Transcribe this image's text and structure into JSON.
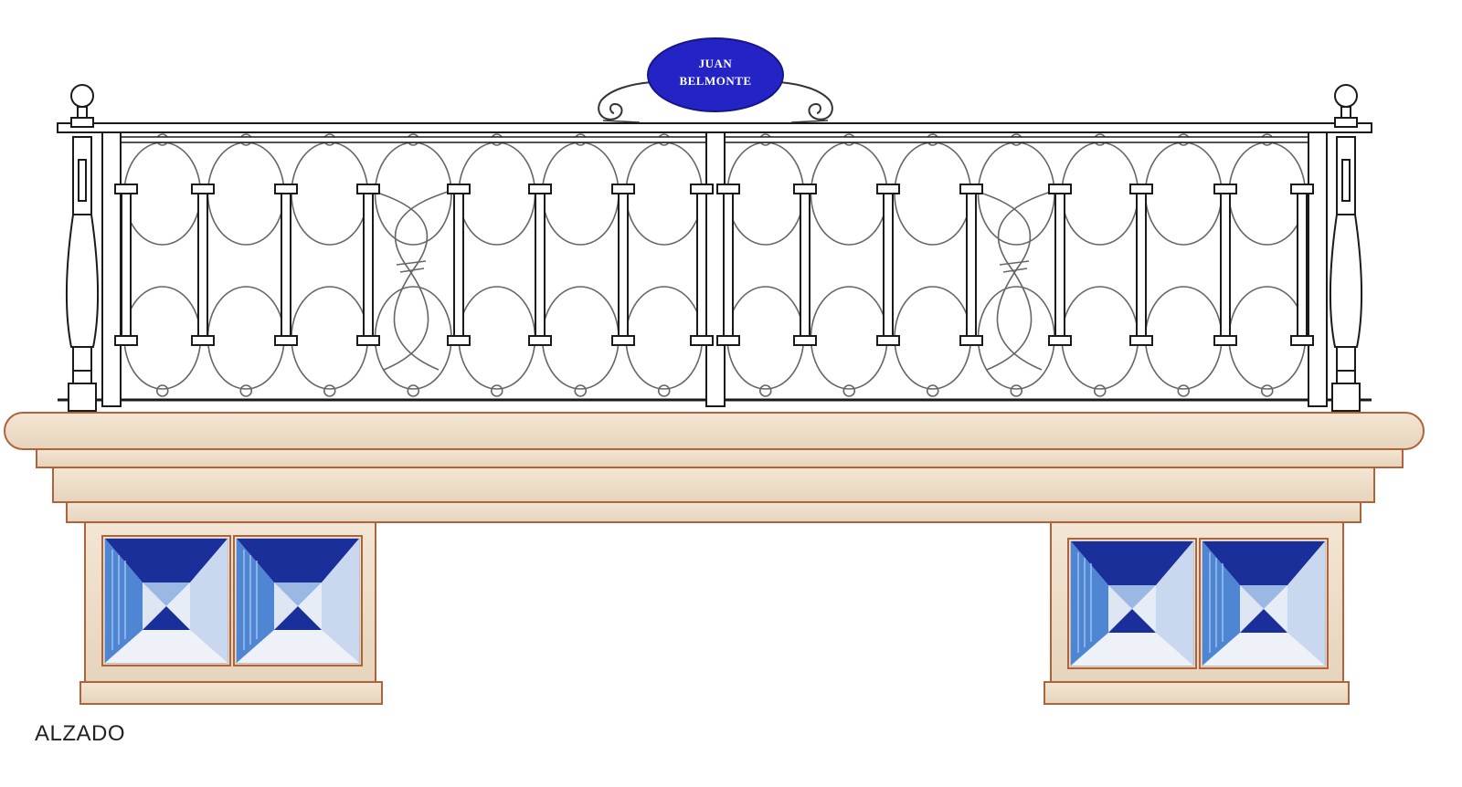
{
  "drawing": {
    "plaque_lines": [
      "JUAN",
      "BELMONTE"
    ],
    "caption": "ALZADO"
  },
  "colors": {
    "iron": "#1a1a1a",
    "ornament": "#666666",
    "stone": "#eedfcc",
    "stone_edge": "#b0633b",
    "plaque": "#2323c6",
    "tile_dark": "#1b2f9b",
    "tile_mid": "#4f86d3",
    "tile_light": "#dde6f2"
  }
}
